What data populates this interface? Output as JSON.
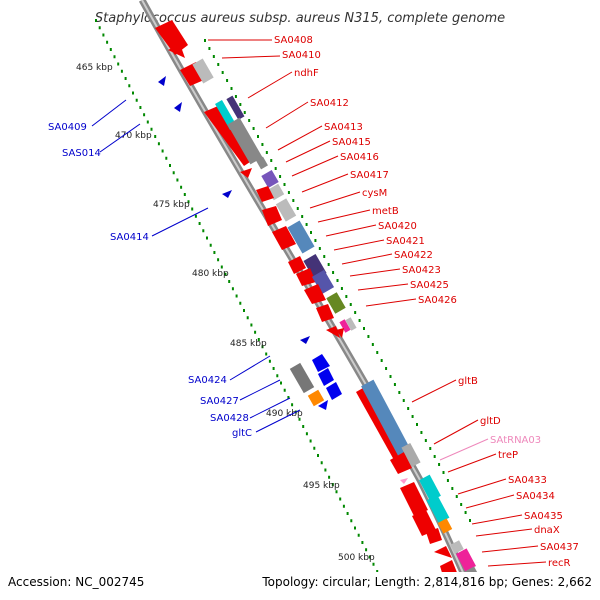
{
  "title": "Staphylococcus aureus subsp. aureus N315, complete genome",
  "footer": {
    "accession": "Accession: NC_002745",
    "summary": "Topology: circular; Length: 2,814,816 bp; Genes: 2,662"
  },
  "colors": {
    "forward_label": "#dd0000",
    "reverse_label": "#0000cc",
    "rna_label": "#ee88bb",
    "backbone": "#888888",
    "tick_major": "#008800"
  },
  "ticks": [
    "465 kbp",
    "470 kbp",
    "475 kbp",
    "480 kbp",
    "485 kbp",
    "490 kbp",
    "495 kbp",
    "500 kbp"
  ],
  "forward_labels": [
    "SA0408",
    "SA0410",
    "ndhF",
    "SA0412",
    "SA0413",
    "SA0415",
    "SA0416",
    "SA0417",
    "cysM",
    "metB",
    "SA0420",
    "SA0421",
    "SA0422",
    "SA0423",
    "SA0425",
    "SA0426",
    "gltB",
    "gltD",
    "SAtRNA03",
    "treP",
    "SA0433",
    "SA0434",
    "SA0435",
    "dnaX",
    "SA0437",
    "recR"
  ],
  "reverse_labels": [
    "SA0409",
    "SAS014",
    "SA0414",
    "SA0424",
    "SA0427",
    "SA0428",
    "gltC"
  ]
}
